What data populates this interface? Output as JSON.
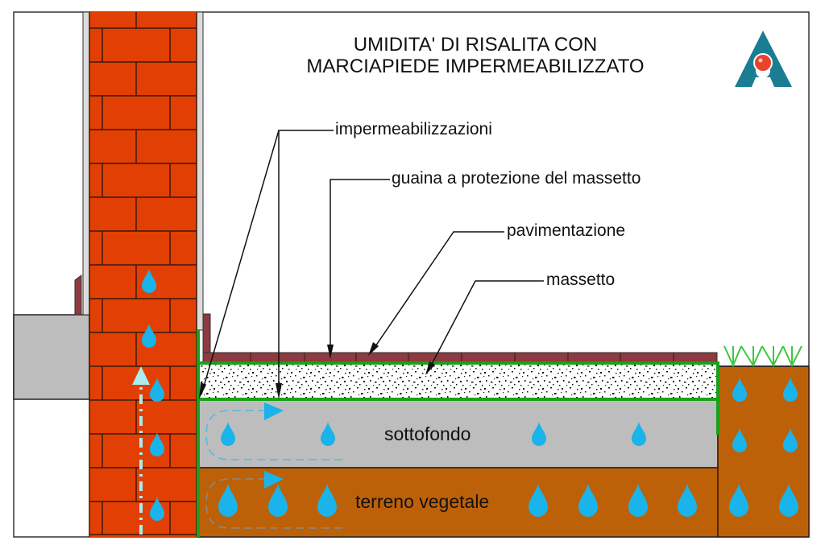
{
  "title": {
    "line1": "UMIDITA' DI RISALITA CON",
    "line2": "MARCIAPIEDE IMPERMEABILIZZATO"
  },
  "logo": {
    "icon": "a-logo-icon",
    "colors": {
      "triangle": "#1b7d93",
      "sphere": "#e8432c"
    }
  },
  "callouts": [
    {
      "id": "impermeabilizzazioni",
      "text": "impermeabilizzazioni"
    },
    {
      "id": "guaina",
      "text": "guaina a protezione del massetto"
    },
    {
      "id": "pavimentazione",
      "text": "pavimentazione"
    },
    {
      "id": "massetto",
      "text": "massetto"
    }
  ],
  "layers": {
    "sottofondo": "sottofondo",
    "terreno": "terreno vegetale"
  },
  "colors": {
    "brick": "#e23f04",
    "mortar": "#3a1a0a",
    "plaster": "#dcdcdc",
    "concrete_grey": "#bdbdbd",
    "soil": "#bd6108",
    "paving": "#8e3a3e",
    "waterproofing_green": "#1aa01a",
    "water_drop": "#1ab3ea",
    "rising_arrow": "#a8ecf0",
    "grass": "#3cc83c"
  }
}
